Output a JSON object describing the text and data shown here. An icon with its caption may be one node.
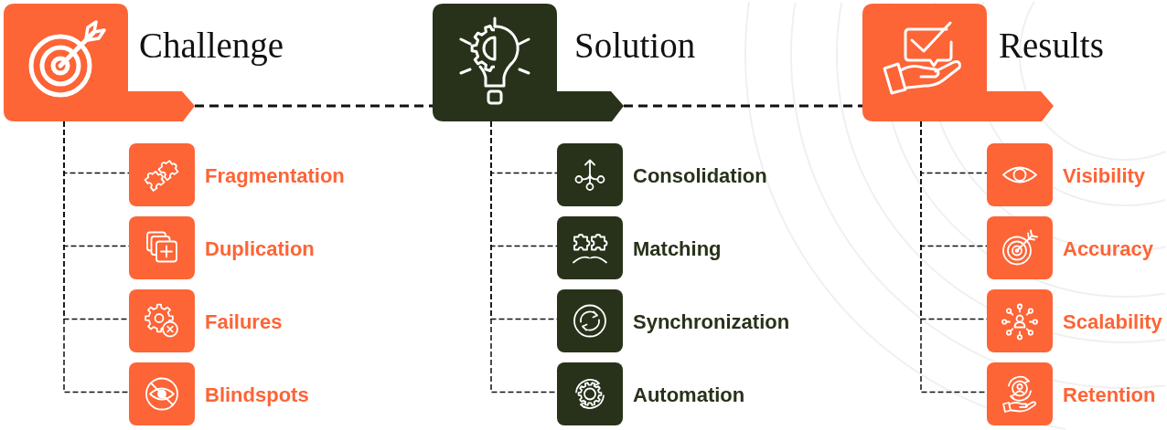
{
  "diagram": {
    "nodes": [
      {
        "text": [
          "Challenge"
        ]
      },
      {
        "text": [
          "Fragmentation"
        ]
      },
      {
        "text": [
          "Duplication"
        ]
      },
      {
        "text": [
          "Failures"
        ]
      },
      {
        "text": [
          "Blindspots"
        ]
      },
      {
        "text": [
          "Solution"
        ]
      },
      {
        "text": [
          "Consolidation"
        ]
      },
      {
        "text": [
          "Matching"
        ]
      },
      {
        "text": [
          "Synchronization"
        ]
      },
      {
        "text": [
          "Automation"
        ]
      },
      {
        "text": [
          "Results"
        ]
      },
      {
        "text": [
          "Visibility"
        ]
      },
      {
        "text": [
          "Accuracy"
        ]
      },
      {
        "text": [
          "Scalability"
        ]
      },
      {
        "text": [
          "Retention"
        ]
      }
    ],
    "edges": [
      {
        "from": 0,
        "to": 5,
        "arrow": "none",
        "style": "dashed"
      },
      {
        "from": 5,
        "to": 10,
        "arrow": "none",
        "style": "dashed"
      },
      {
        "from": 0,
        "to": 1,
        "arrow": "none",
        "style": "dashed"
      },
      {
        "from": 0,
        "to": 2,
        "arrow": "none",
        "style": "dashed"
      },
      {
        "from": 0,
        "to": 3,
        "arrow": "none",
        "style": "dashed"
      },
      {
        "from": 0,
        "to": 4,
        "arrow": "none",
        "style": "dashed"
      },
      {
        "from": 5,
        "to": 6,
        "arrow": "none",
        "style": "dashed"
      },
      {
        "from": 5,
        "to": 7,
        "arrow": "none",
        "style": "dashed"
      },
      {
        "from": 5,
        "to": 8,
        "arrow": "none",
        "style": "dashed"
      },
      {
        "from": 5,
        "to": 9,
        "arrow": "none",
        "style": "dashed"
      },
      {
        "from": 10,
        "to": 11,
        "arrow": "none",
        "style": "dashed"
      },
      {
        "from": 10,
        "to": 12,
        "arrow": "none",
        "style": "dashed"
      },
      {
        "from": 10,
        "to": 13,
        "arrow": "none",
        "style": "dashed"
      },
      {
        "from": 10,
        "to": 14,
        "arrow": "none",
        "style": "dashed"
      }
    ]
  }
}
